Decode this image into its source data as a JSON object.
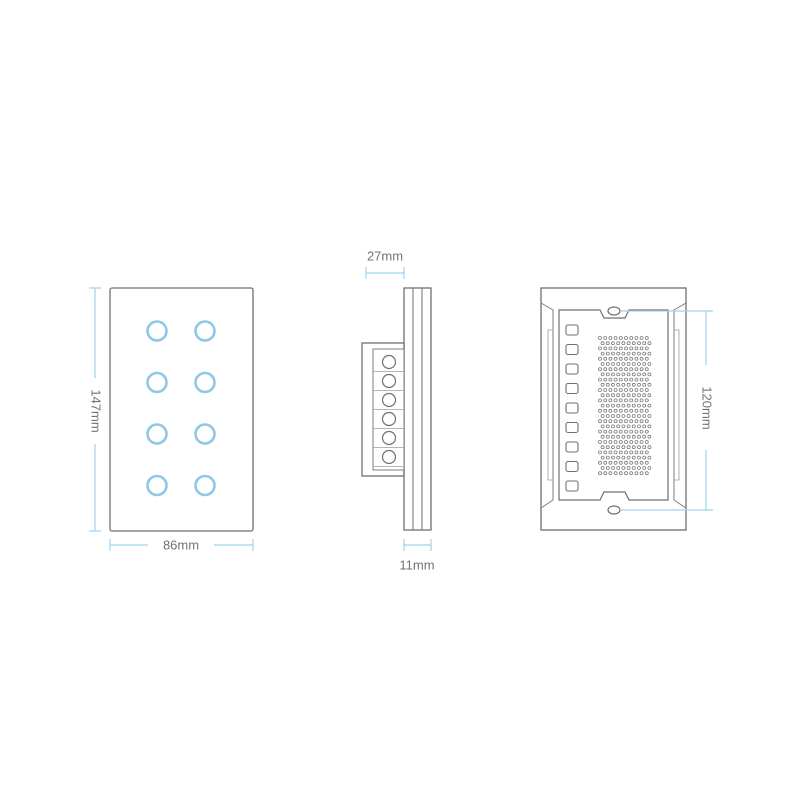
{
  "dimensions": {
    "front_height": "147mm",
    "front_width": "86mm",
    "side_depth": "27mm",
    "side_plate": "11mm",
    "back_height": "120mm"
  },
  "colors": {
    "outline": "#6d6f72",
    "dimension_line": "#9fd3ec",
    "button_ring": "#8fc7e6",
    "text": "#6f7478"
  },
  "front_panel": {
    "button_rows": 4,
    "button_cols": 2
  },
  "side_panel": {
    "terminal_count": 6
  },
  "back_panel": {
    "terminal_count": 9
  }
}
